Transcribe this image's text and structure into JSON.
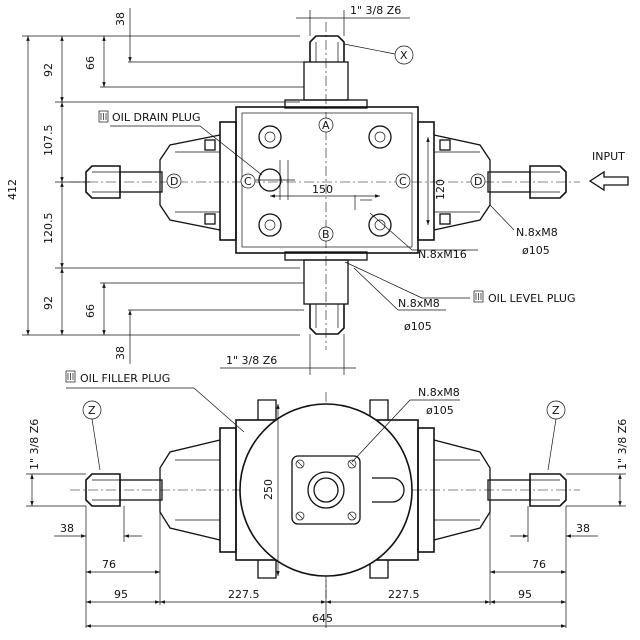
{
  "top_view": {
    "dim_left": {
      "d38_top": "38",
      "d66_top": "66",
      "d92_top": "92",
      "d107": "107.5",
      "d412": "412",
      "d120": "120.5",
      "d92_bot": "92",
      "d66_bot": "66",
      "d38_bot": "38"
    },
    "thread_top": "1\" 3/8 Z6",
    "thread_bottom": "1\" 3/8 Z6",
    "callout_x": "X",
    "oil_drain": "OIL DRAIN PLUG",
    "oil_level": "OIL LEVEL PLUG",
    "input": "INPUT",
    "dim_150": "150",
    "dim_120": "120",
    "holes_m16": "N.8xM16",
    "holes_m8_right": "N.8xM8",
    "dia_right": "ø105",
    "holes_m8_bottom": "N.8xM8",
    "dia_bottom": "ø105",
    "mark_a": "A",
    "mark_b": "B",
    "mark_c_left": "C",
    "mark_c_right": "C",
    "mark_d_left": "D",
    "mark_d_right": "D"
  },
  "front_view": {
    "oil_filler": "OIL FILLER PLUG",
    "holes_m8": "N.8xM8",
    "dia": "ø105",
    "callout_z_left": "Z",
    "callout_z_right": "Z",
    "thread_left": "1\" 3/8 Z6",
    "thread_right": "1\" 3/8 Z6",
    "dim_250": "250",
    "dim_38_left": "38",
    "dim_38_right": "38",
    "dim_76_left": "76",
    "dim_76_right": "76",
    "dim_95_left": "95",
    "dim_95_right": "95",
    "dim_227_left": "227.5",
    "dim_227_right": "227.5",
    "dim_645": "645"
  }
}
